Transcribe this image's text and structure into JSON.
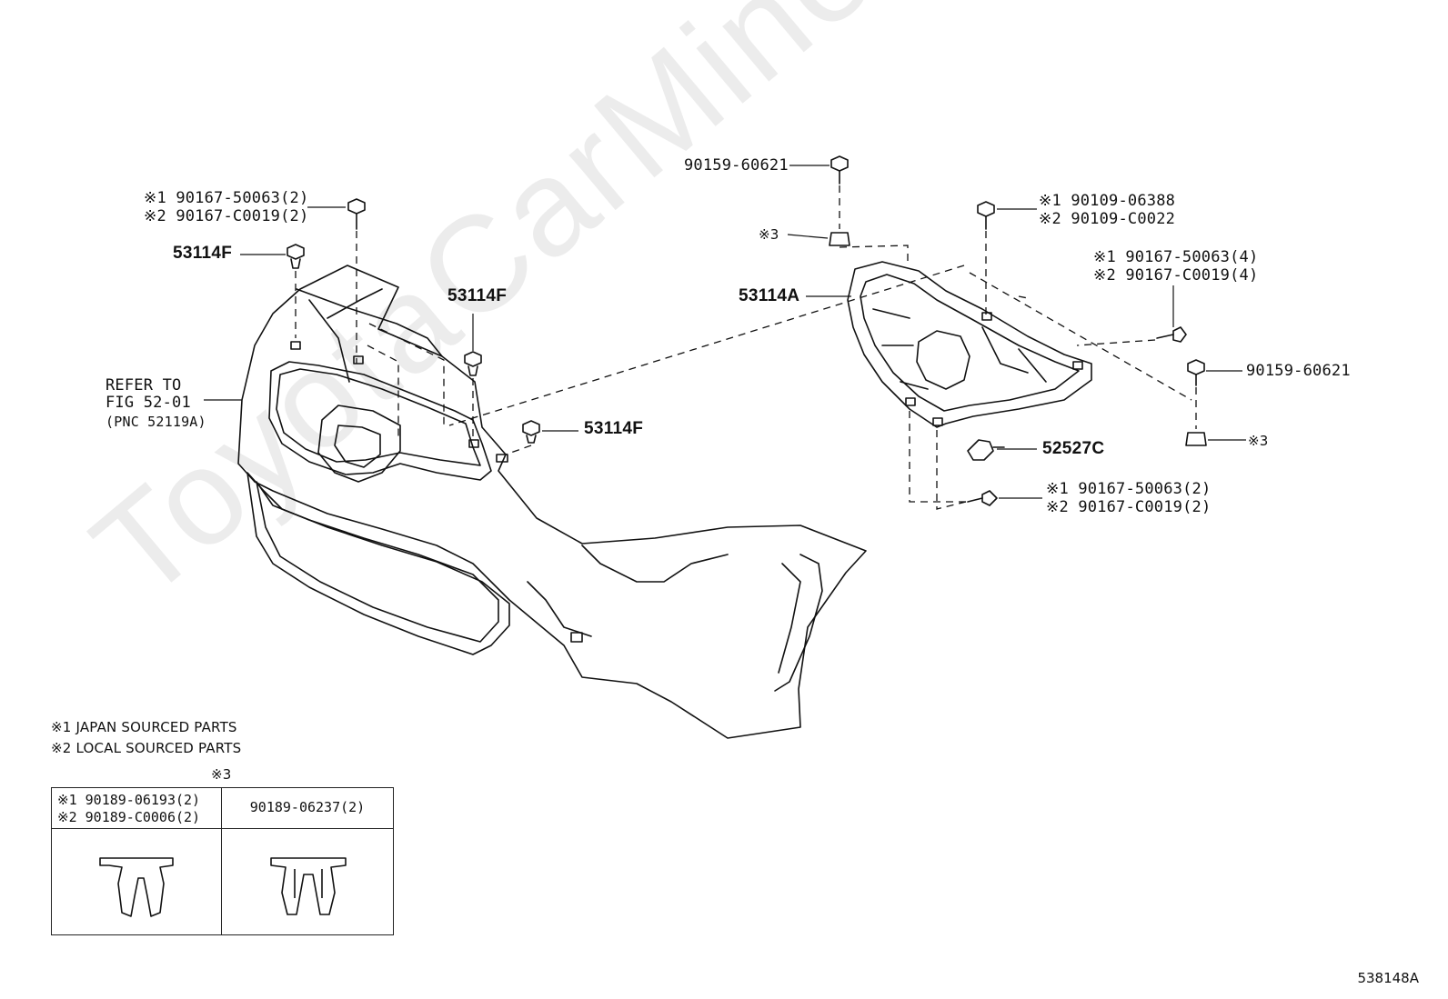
{
  "callouts": {
    "tl_bolt": {
      "line1": "※1 90167-50063(2)",
      "line2": "※2 90167-C0019(2)"
    },
    "clip_53114F_a": "53114F",
    "clip_53114F_b": "53114F",
    "clip_53114F_c": "53114F",
    "refer": {
      "line1": "REFER TO",
      "line2": "FIG 52-01",
      "line3": "(PNC 52119A)"
    },
    "top_bolt": "90159-60621",
    "top_mark3": "※3",
    "retainer": "53114A",
    "right_bolt_a": {
      "line1": "※1 90109-06388",
      "line2": "※2 90109-C0022"
    },
    "right_bolt_b": {
      "line1": "※1 90167-50063(4)",
      "line2": "※2 90167-C0019(4)"
    },
    "right_bolt_c": "90159-60621",
    "right_mark3": "※3",
    "spacer": "52527C",
    "bottom_bolt": {
      "line1": "※1 90167-50063(2)",
      "line2": "※2 90167-C0019(2)"
    }
  },
  "notes": {
    "note1": "※1 JAPAN SOURCED PARTS",
    "note2": "※2 LOCAL SOURCED PARTS"
  },
  "table": {
    "mark": "※3",
    "col1_line1": "※1 90189-06193(2)",
    "col1_line2": "※2 90189-C0006(2)",
    "col2": "90189-06237(2)"
  },
  "figure_number": "538148A",
  "watermark": "ToyotaCarMine.ru"
}
